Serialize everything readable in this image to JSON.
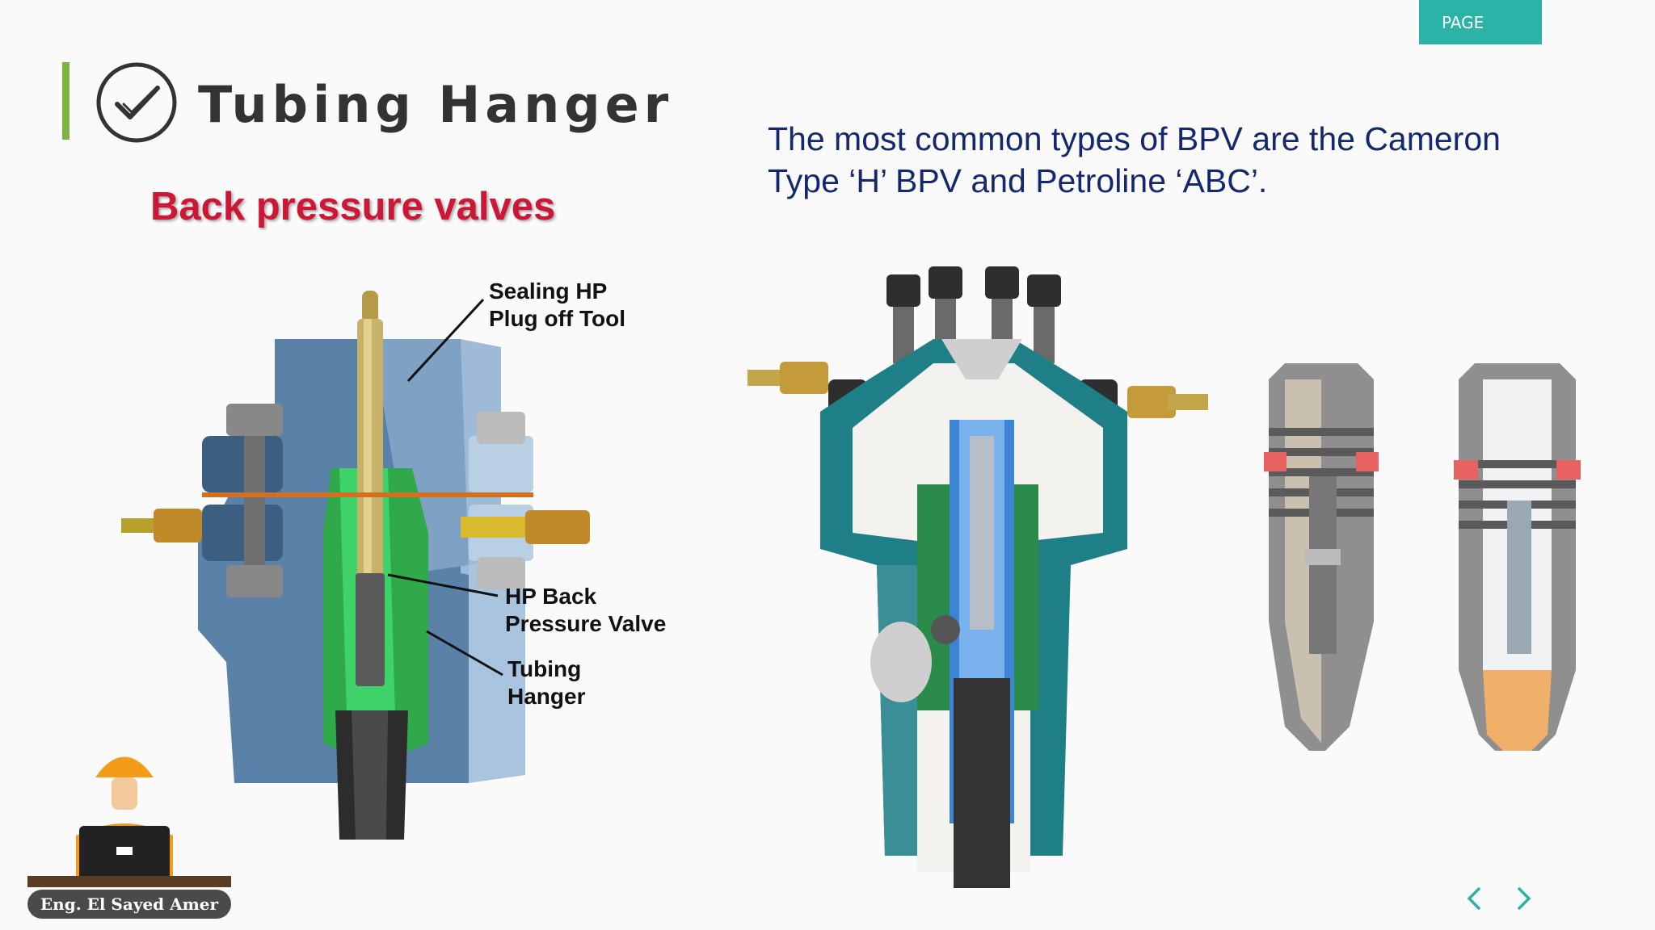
{
  "header": {
    "page_tab": "PAGE",
    "title": "Tubing Hanger"
  },
  "subtitle": "Back pressure valves",
  "description": "The most common types of BPV are the Cameron Type ‘H’ BPV and Petroline ‘ABC’.",
  "left_diagram": {
    "labels": {
      "sealing_tool": [
        "Sealing HP",
        "Plug off Tool"
      ],
      "back_pressure_valve": [
        "HP Back",
        "Pressure Valve"
      ],
      "tubing_hanger": [
        "Tubing",
        "Hanger"
      ]
    }
  },
  "author": "Eng. El Sayed Amer",
  "nav": {
    "prev_icon": "chevron-left-icon",
    "next_icon": "chevron-right-icon"
  },
  "colors": {
    "teal": "#2bb3a7",
    "accent_green": "#7cb342",
    "subtitle_red": "#cc1836",
    "body_blue": "#14286e"
  }
}
